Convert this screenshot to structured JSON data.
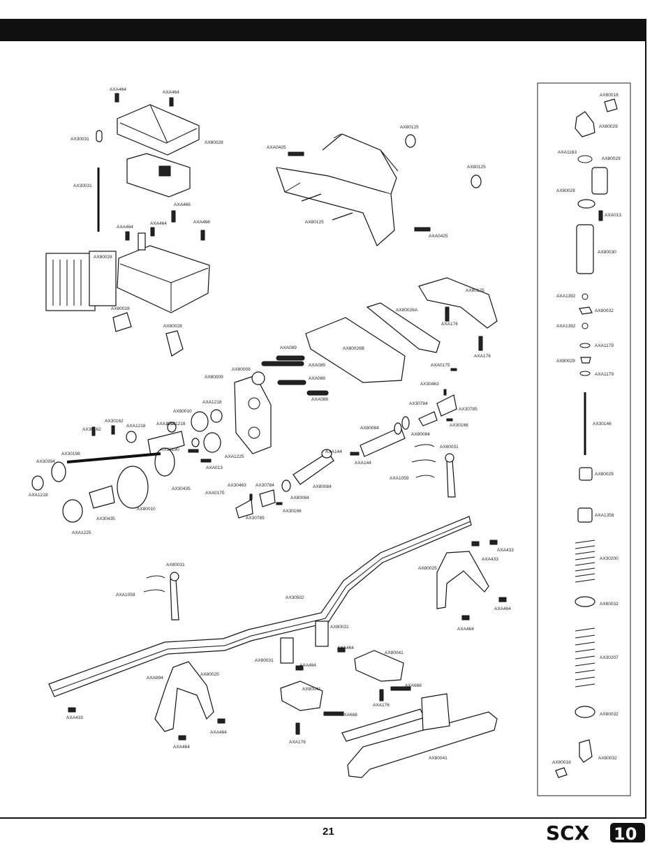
{
  "page": {
    "number": "21",
    "logo_text": "SCX",
    "logo_number": "10"
  },
  "labels": {
    "axa464_a": "AXA464",
    "axa464_b": "AXA464",
    "ax30031_a": "AX30031",
    "ax80028_a": "AX80028",
    "ax30031_b": "AX30031",
    "axa466_a": "AXA466",
    "axa464_c": "AXA464",
    "axa464_d": "AXA464",
    "axa466_b": "AXA466",
    "ax80028_b": "AX80028",
    "ax80028_c": "AX80028",
    "ax80028_d": "AX80028",
    "ax80125_a": "AX80125",
    "axa0425_a": "AXA0425",
    "ax80125_b": "AX80125",
    "ax80125_c": "AX80125",
    "axa0425_b": "AXA0425",
    "ax80125_d": "AX80125",
    "ax80026a": "AX80026A",
    "axa176_a": "AXA176",
    "axa176_b": "AXA176",
    "axa089_a": "AXA089",
    "ax80026b": "AX80026B",
    "axa089_b": "AXA089",
    "ax80009_a": "AX80009",
    "ax80009_b": "AX80009",
    "axa088": "AXA088",
    "axa0175_a": "AXA0175",
    "ax30463_a": "AX30463",
    "ax30784_a": "AX30784",
    "ax30785_a": "AX30785",
    "ax30166_a": "AX30166",
    "ax80084_a": "AX80084",
    "ax80084_b": "AX80084",
    "axa1218_a": "AXA1218",
    "ax80010_a": "AX80010",
    "axa1218_b": "AXA1218",
    "ax30162_a": "AX30162",
    "ax30162_b": "AX30162",
    "axa1218_c": "AXA1218",
    "ax30190": "AX30190",
    "axa1225_a": "AXA1225",
    "axa013_a": "AXA013",
    "ax30198": "AX30198",
    "ax30394": "AX30394",
    "axa1218_d": "AXA1218",
    "ax30435_a": "AX30435",
    "ax30435_b": "AX30435",
    "ax80010_b": "AX80010",
    "axa1225_b": "AXA1225",
    "axa144_a": "AXA144",
    "axa144_b": "AXA144",
    "ax80084_c": "AX80084",
    "ax80031_a": "AX80031",
    "axa1059_a": "AXA1059",
    "ax30463_b": "AX30463",
    "ax30784_b": "AX30784",
    "axa0175_b": "AXA0175",
    "ax80084_d": "AX80084",
    "ax30785_b": "AX30785",
    "ax30166_b": "AX30166",
    "ax80031_b": "AX80031",
    "axa1059_b": "AXA1059",
    "ax30502": "AX30502",
    "ax80025_a": "AX80025",
    "axa433_a": "AXA433",
    "axa433_b": "AXA433",
    "axa464_e": "AXA464",
    "axa464_f": "AXA464",
    "ax80031_c": "AX80031",
    "ax80031_d": "AX80031",
    "axa464_g": "AXA464",
    "axa464_h": "AXA464",
    "ax80041_a": "AX80041",
    "ax80041_b": "AX80041",
    "axa668_a": "AXA668",
    "axa176_c": "AXA176",
    "axa668_b": "AXA668",
    "axa176_d": "AXA176",
    "ax80041_c": "AX80041",
    "axa894": "AXA894",
    "ax80025_b": "AX80025",
    "axa433_c": "AXA433",
    "axa464_i": "AXA464",
    "axa464_j": "AXA464"
  },
  "sidebar": {
    "ax80018_a": "AX80018",
    "ax80029_a": "AX80029",
    "axa1163": "AXA1163",
    "ax80029_b": "AX80029",
    "ax80029_c": "AX80029",
    "axa013": "AXA013",
    "ax80030": "AX80030",
    "axa1392_a": "AXA1392",
    "ax80032_a": "AX80032",
    "axa1392_b": "AXA1392",
    "axa1179_a": "AXA1179",
    "ax80029_d": "AX80029",
    "axa1179_b": "AXA1179",
    "ax30146": "AX30146",
    "ax80029_e": "AX80029",
    "axa1358": "AXA1358",
    "ax30200": "AX30200",
    "ax80032_b": "AX80032",
    "ax30207": "AX30207",
    "ax80032_c": "AX80032",
    "ax80018_b": "AX80018",
    "ax80032_d": "AX80032"
  }
}
